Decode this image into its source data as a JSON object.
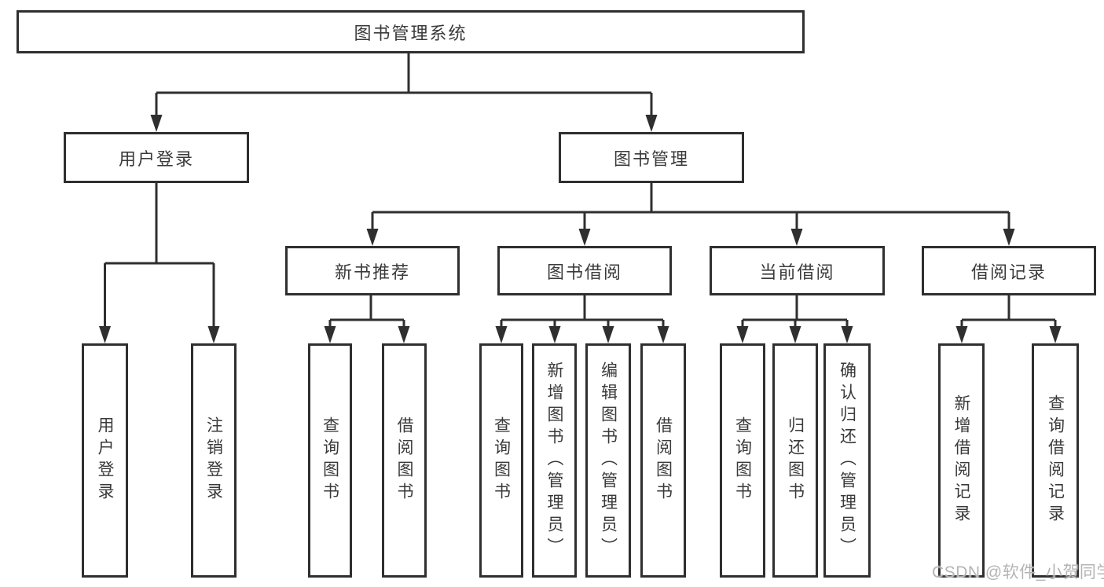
{
  "diagram": {
    "type": "tree",
    "root": {
      "label": "图书管理系统",
      "children": [
        {
          "label": "用户登录",
          "children": [
            {
              "label": "用户登录"
            },
            {
              "label": "注销登录"
            }
          ]
        },
        {
          "label": "图书管理",
          "children": [
            {
              "label": "新书推荐",
              "children": [
                {
                  "label": "查询图书"
                },
                {
                  "label": "借阅图书"
                }
              ]
            },
            {
              "label": "图书借阅",
              "children": [
                {
                  "label": "查询图书"
                },
                {
                  "label": "新增图书（管理员）"
                },
                {
                  "label": "编辑图书（管理员）"
                },
                {
                  "label": "借阅图书"
                }
              ]
            },
            {
              "label": "当前借阅",
              "children": [
                {
                  "label": "查询图书"
                },
                {
                  "label": "归还图书"
                },
                {
                  "label": "确认归还（管理员）"
                }
              ]
            },
            {
              "label": "借阅记录",
              "children": [
                {
                  "label": "新增借阅记录"
                },
                {
                  "label": "查询借阅记录"
                }
              ]
            }
          ]
        }
      ]
    }
  },
  "watermark": {
    "text": "CSDN @软件_小贺同学"
  },
  "colors": {
    "line": "#2f2f2f",
    "box_border": "#2f2f2f",
    "box_fill": "#ffffff",
    "text": "#3a3a3a",
    "watermark": "#b4b4b4",
    "background": "#ffffff"
  }
}
